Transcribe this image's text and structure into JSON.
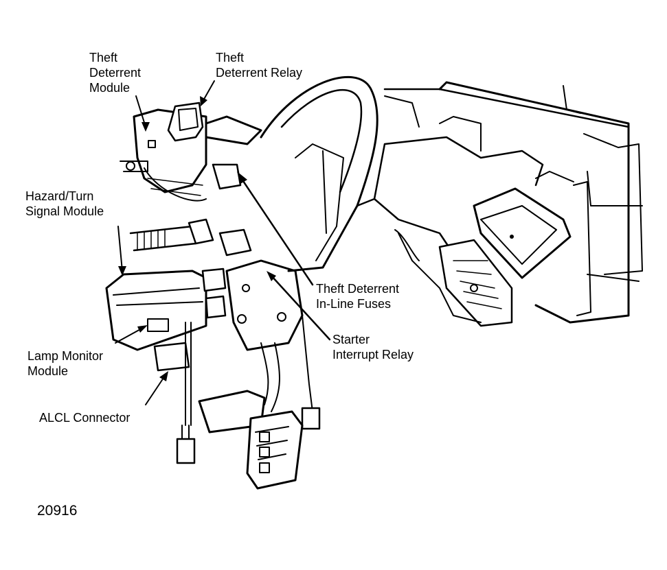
{
  "labels": {
    "theft_deterrent_module": [
      "Theft",
      "Deterrent",
      "Module"
    ],
    "theft_deterrent_relay": [
      "Theft",
      "Deterrent Relay"
    ],
    "hazard_turn_signal_module": [
      "Hazard/Turn",
      "Signal Module"
    ],
    "theft_deterrent_inline_fuses": [
      "Theft Deterrent",
      "In-Line Fuses"
    ],
    "starter_interrupt_relay": [
      "Starter",
      "Interrupt Relay"
    ],
    "lamp_monitor_module": [
      "Lamp Monitor",
      "Module"
    ],
    "alcl_connector": [
      "ALCL Connector"
    ]
  },
  "figure_number": "20916",
  "colors": {
    "ink": "#000000",
    "paper": "#ffffff"
  }
}
